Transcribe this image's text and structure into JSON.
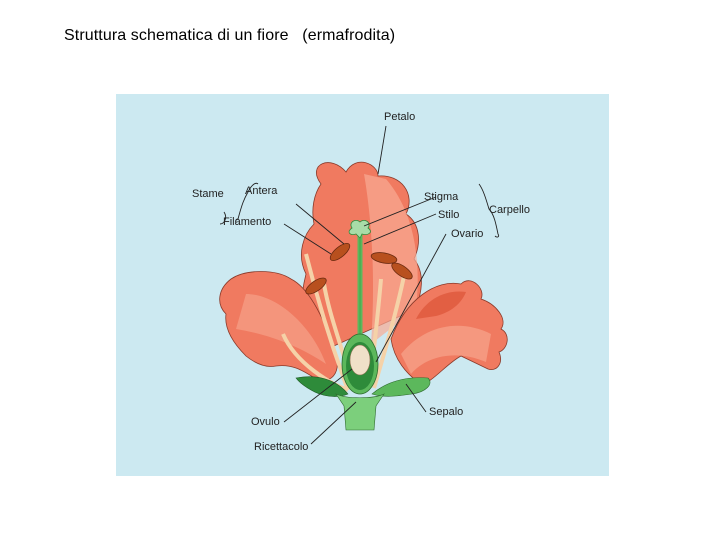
{
  "title": "Struttura schematica di un fiore   (ermafrodita)",
  "diagram": {
    "background_color": "#cce9f1",
    "petal_color": "#f07a60",
    "petal_light_color": "#f8ab94",
    "sepal_color": "#5cb85c",
    "dark_green_color": "#2e8b3a",
    "anther_color": "#b8501e",
    "filament_color": "#f5d2a8",
    "labels": {
      "petalo": "Petalo",
      "stame": "Stame",
      "antera": "Antera",
      "filamento": "Filamento",
      "stigma": "Stigma",
      "stilo": "Stilo",
      "carpello": "Carpello",
      "ovario": "Ovario",
      "ovulo": "Ovulo",
      "ricettacolo": "Ricettacolo",
      "sepalo": "Sepalo"
    }
  }
}
